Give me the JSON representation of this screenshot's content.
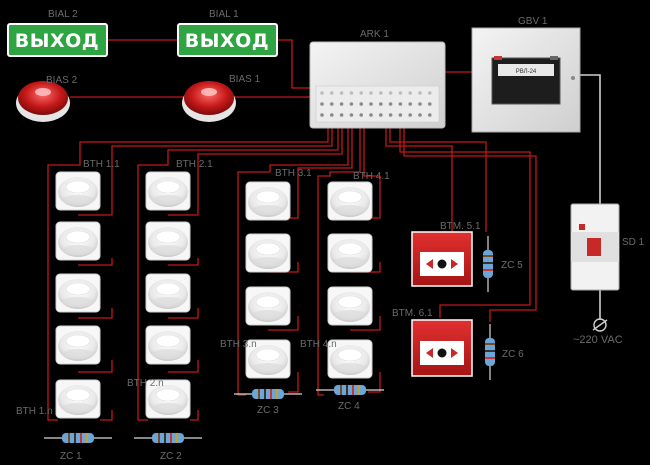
{
  "colors": {
    "background": "#000000",
    "wire": "#c0181a",
    "label": "#6b6b6b",
    "exit_sign": "#2fa443"
  },
  "exit_signs": [
    {
      "label": "BIAL 2",
      "text": "ВЫХОД"
    },
    {
      "label": "BIAL 1",
      "text": "ВЫХОД"
    }
  ],
  "sirens": [
    {
      "label": "BIAS 2"
    },
    {
      "label": "BIAS 1"
    }
  ],
  "panel": {
    "label": "ARK 1"
  },
  "power_supply": {
    "label": "GBV 1",
    "battery_text": "РВЛ-24"
  },
  "breaker": {
    "label": "SD 1",
    "voltage": "~220 VAC"
  },
  "detector_columns": [
    {
      "top_label": "BTH 1.1",
      "last_label": "BTH 1.n",
      "resistor_label": "ZC 1"
    },
    {
      "top_label": "BTH 2.1",
      "last_label": "BTH 2.n",
      "resistor_label": "ZC 2"
    },
    {
      "top_label": "BTH 3.1",
      "last_label": "BTH 3.n",
      "resistor_label": "ZC 3"
    },
    {
      "top_label": "BTH 4.1",
      "last_label": "BTH 4.n",
      "resistor_label": "ZC 4"
    }
  ],
  "call_points": [
    {
      "label": "BTM. 5.1",
      "resistor_label": "ZC 5"
    },
    {
      "label": "BTM. 6.1",
      "resistor_label": "ZC 6"
    }
  ]
}
